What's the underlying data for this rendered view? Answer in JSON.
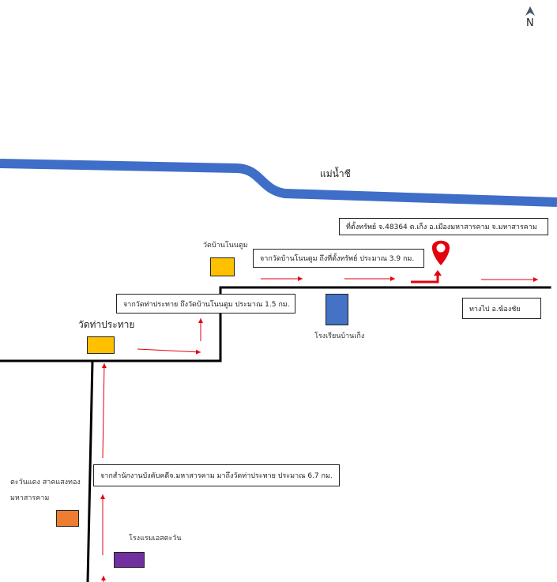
{
  "compass": {
    "label": "N",
    "icon": "north-arrow-icon"
  },
  "river": {
    "label": "แม่น้ำชี",
    "color": "#3e6ec7"
  },
  "property_box": {
    "text": "ที่ตั้งทรัพย์ จ.48364 ต.เก็ง อ.เมืองมหาสารคาม จ.มหาสารคาม"
  },
  "route_notes": {
    "to_property": "จากวัดบ้านโนนตูม ถึงที่ตั้งทรัพย์ ประมาณ 3.9 กม.",
    "to_wat_ban_non_tum": "จากวัดท่าประทาย ถึงวัดบ้านโนนตูม ประมาณ 1.5 กม.",
    "from_office": "จากสำนักงานบังคับคดีจ.มหาสารคาม มาถึงวัดท่าประทาย ประมาณ 6.7 กม.",
    "to_destination": "ทางไป อ.ฆ้องชัย"
  },
  "places": {
    "wat_ban_non_tum": {
      "label": "วัดบ้านโนนตูม",
      "color": "#ffc000"
    },
    "wat_tha_prathai": {
      "label": "วัดท่าประทาย",
      "color": "#ffc000"
    },
    "school": {
      "label": "โรงเรียนบ้านเก็ง",
      "color": "#4472c4"
    },
    "store": {
      "label_line1": "ตะวันแดง สาคแสงทอง",
      "label_line2": "มหาสารคาม",
      "color": "#ed7d31"
    },
    "hotel": {
      "label": "โรงแรมเอสตะวัน",
      "color": "#7030a0"
    }
  },
  "colors": {
    "road": "#000000",
    "arrow": "#e3000f",
    "pin": "#e3000f"
  }
}
